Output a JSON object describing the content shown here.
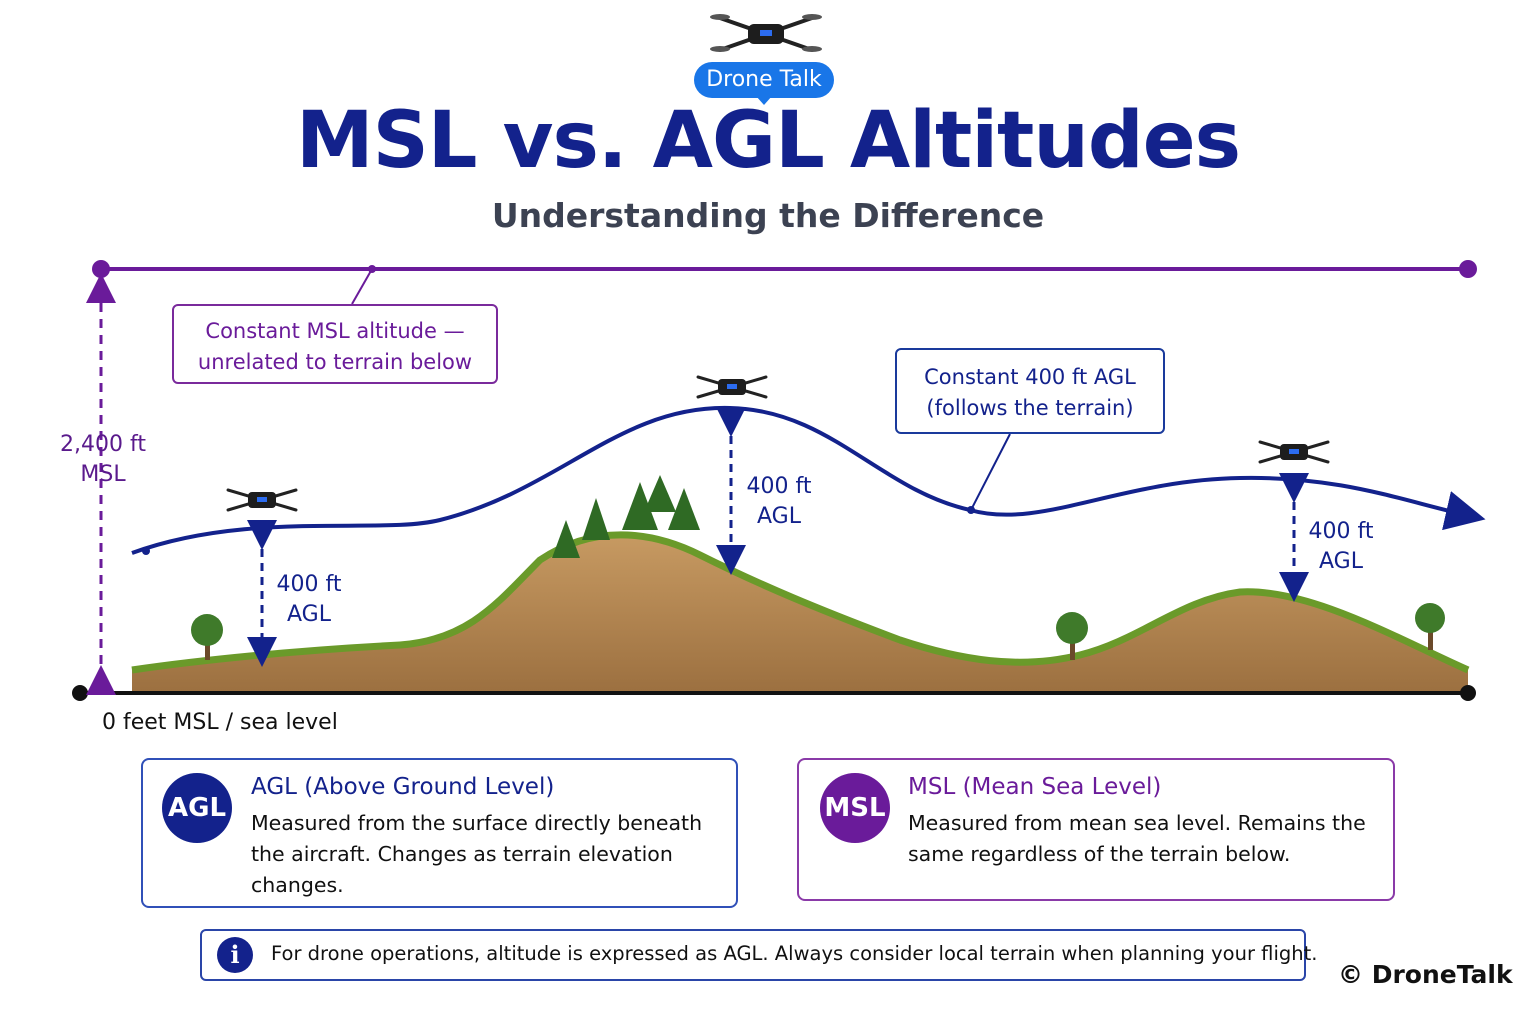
{
  "header": {
    "badge": "Drone Talk",
    "title": "MSL vs. AGL Altitudes",
    "subtitle": "Understanding the Difference"
  },
  "diagram": {
    "msl_callout": [
      "Constant MSL altitude —",
      "unrelated to terrain below"
    ],
    "agl_callout": [
      "Constant 400 ft AGL",
      "(follows the terrain)"
    ],
    "msl_altitude_label": [
      "2,400 ft",
      "MSL"
    ],
    "agl_labels": [
      [
        "400 ft",
        "AGL"
      ],
      [
        "400 ft",
        "AGL"
      ],
      [
        "400 ft",
        "AGL"
      ]
    ],
    "sea_level_label": "0 feet MSL / sea level"
  },
  "cards": {
    "agl": {
      "badge": "AGL",
      "title": "AGL (Above Ground Level)",
      "description": "Measured from the surface directly beneath the aircraft. Changes as terrain elevation changes."
    },
    "msl": {
      "badge": "MSL",
      "title": "MSL (Mean Sea Level)",
      "description": "Measured from mean sea level. Remains the same regardless of the terrain below."
    }
  },
  "note": {
    "icon": "info-icon",
    "text": "For drone operations, altitude is expressed as AGL. Always consider local terrain when planning your flight."
  },
  "footer": {
    "copyright": "© DroneTalk"
  },
  "colors": {
    "navy": "#13228c",
    "purple": "#6a1b9a",
    "badge_blue": "#1976e8",
    "terrain": "#b98c56",
    "grass": "#6a9a2a"
  }
}
